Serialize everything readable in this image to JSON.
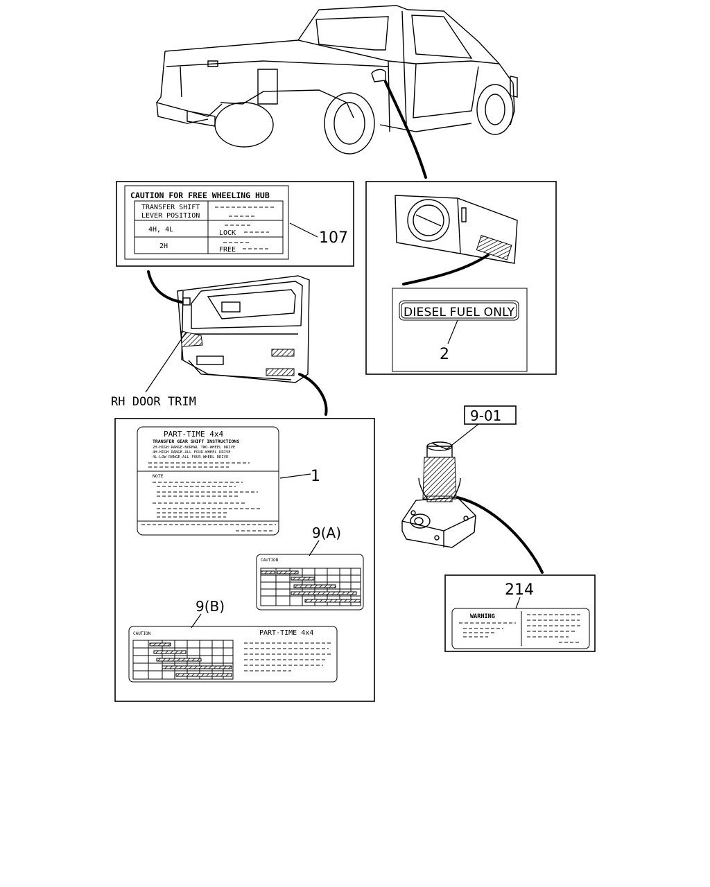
{
  "callouts": {
    "c107": "107",
    "c2": "2",
    "c1": "1",
    "c9a": "9(A)",
    "c9b": "9(B)",
    "c901": "9-01",
    "c214": "214"
  },
  "rh_door_trim": "RH DOOR TRIM",
  "hub_label": {
    "title": "CAUTION FOR FREE WHEELING HUB",
    "row1_left_a": "TRANSFER SHIFT",
    "row1_left_b": "LEVER POSITION",
    "row2_left": "4H, 4L",
    "row2_right": "LOCK",
    "row3_left": "2H",
    "row3_right": "FREE"
  },
  "fuel_label": {
    "text": "DIESEL FUEL ONLY"
  },
  "part_time_label": {
    "title": "PART-TIME 4x4",
    "subtitle": "TRANSFER GEAR SHIFT INSTRUCTIONS",
    "line1": "2H-HIGH  RANGE-NORMAL TWO-WHEEL DRIVE",
    "line2": "4H-HIGH  RANGE-ALL FOUR-WHEEL DRIVE",
    "line3": "4L-LOW   RANGE-ALL FOUR-WHEEL DRIVE",
    "note": "NOTE"
  },
  "caution_a": {
    "title": "CAUTION"
  },
  "caution_b": {
    "title": "CAUTION",
    "right_title": "PART-TIME 4x4"
  },
  "warning_label": {
    "title": "WARNING"
  }
}
